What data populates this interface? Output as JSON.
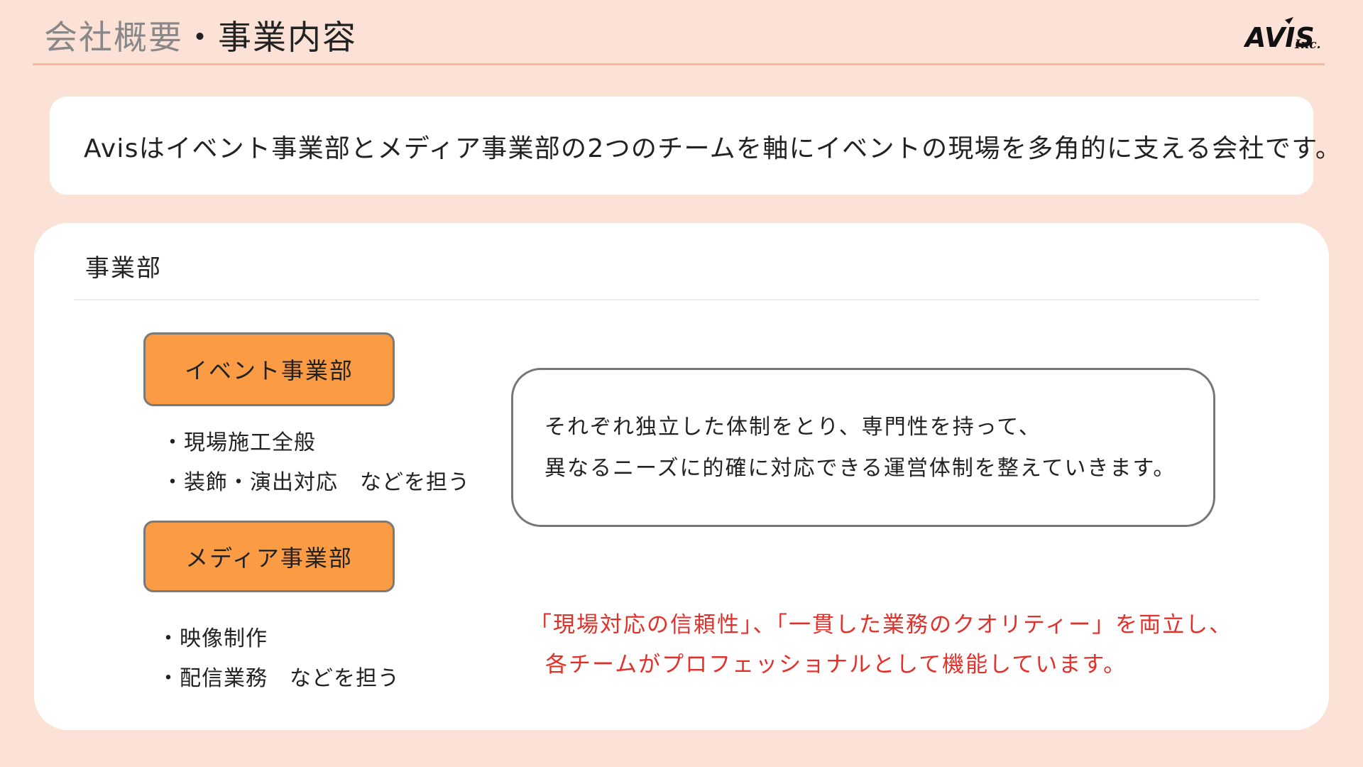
{
  "header": {
    "title_main": "会社概要",
    "title_sub": "・事業内容",
    "logo_text": "Avis Inc."
  },
  "intro": {
    "text": "Avisはイベント事業部とメディア事業部の2つのチームを軸にイベントの現場を多角的に支える会社です。"
  },
  "departments": {
    "heading": "事業部",
    "event": {
      "label": "イベント事業部",
      "items": [
        "・現場施工全般",
        "・装飾・演出対応　などを担う"
      ]
    },
    "media": {
      "label": "メディア事業部",
      "items": [
        "・映像制作",
        "・配信業務　などを担う"
      ]
    },
    "note": {
      "lines": [
        "それぞれ独立した体制をとり、専門性を持って、",
        "異なるニーズに的確に対応できる運営体制を整えていきます。"
      ]
    },
    "highlight": {
      "lines": [
        "「現場対応の信頼性」、「一貫した業務のクオリティー」を両立し、",
        "各チームがプロフェッショナルとして機能しています。"
      ],
      "color": "#e3302a"
    }
  },
  "colors": {
    "background": "#fce1d6",
    "accent_orange": "#fb9c45",
    "rule": "#f7b79e"
  }
}
